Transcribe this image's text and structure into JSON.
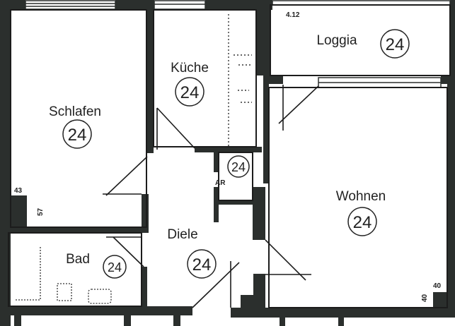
{
  "floor_plan": {
    "rooms": [
      {
        "id": "schlafen",
        "name": "Schlafen",
        "tag": "24"
      },
      {
        "id": "kueche",
        "name": "Küche",
        "tag": "24"
      },
      {
        "id": "loggia",
        "name": "Loggia",
        "tag": "24"
      },
      {
        "id": "wohnen",
        "name": "Wohnen",
        "tag": "24"
      },
      {
        "id": "diele",
        "name": "Diele",
        "tag": "24"
      },
      {
        "id": "bad",
        "name": "Bad",
        "tag": "24"
      },
      {
        "id": "abstellraum",
        "name": "AR",
        "tag": "24"
      }
    ],
    "dimensions": {
      "loggia_depth": "4.12",
      "schlafen_corner_a": "43",
      "schlafen_corner_b": "57",
      "wohnen_corner_a": "40",
      "wohnen_corner_b": "40"
    },
    "colors": {
      "wall": "#2b2f2d",
      "line": "#1c1c1c",
      "floor": "#ffffff"
    }
  }
}
